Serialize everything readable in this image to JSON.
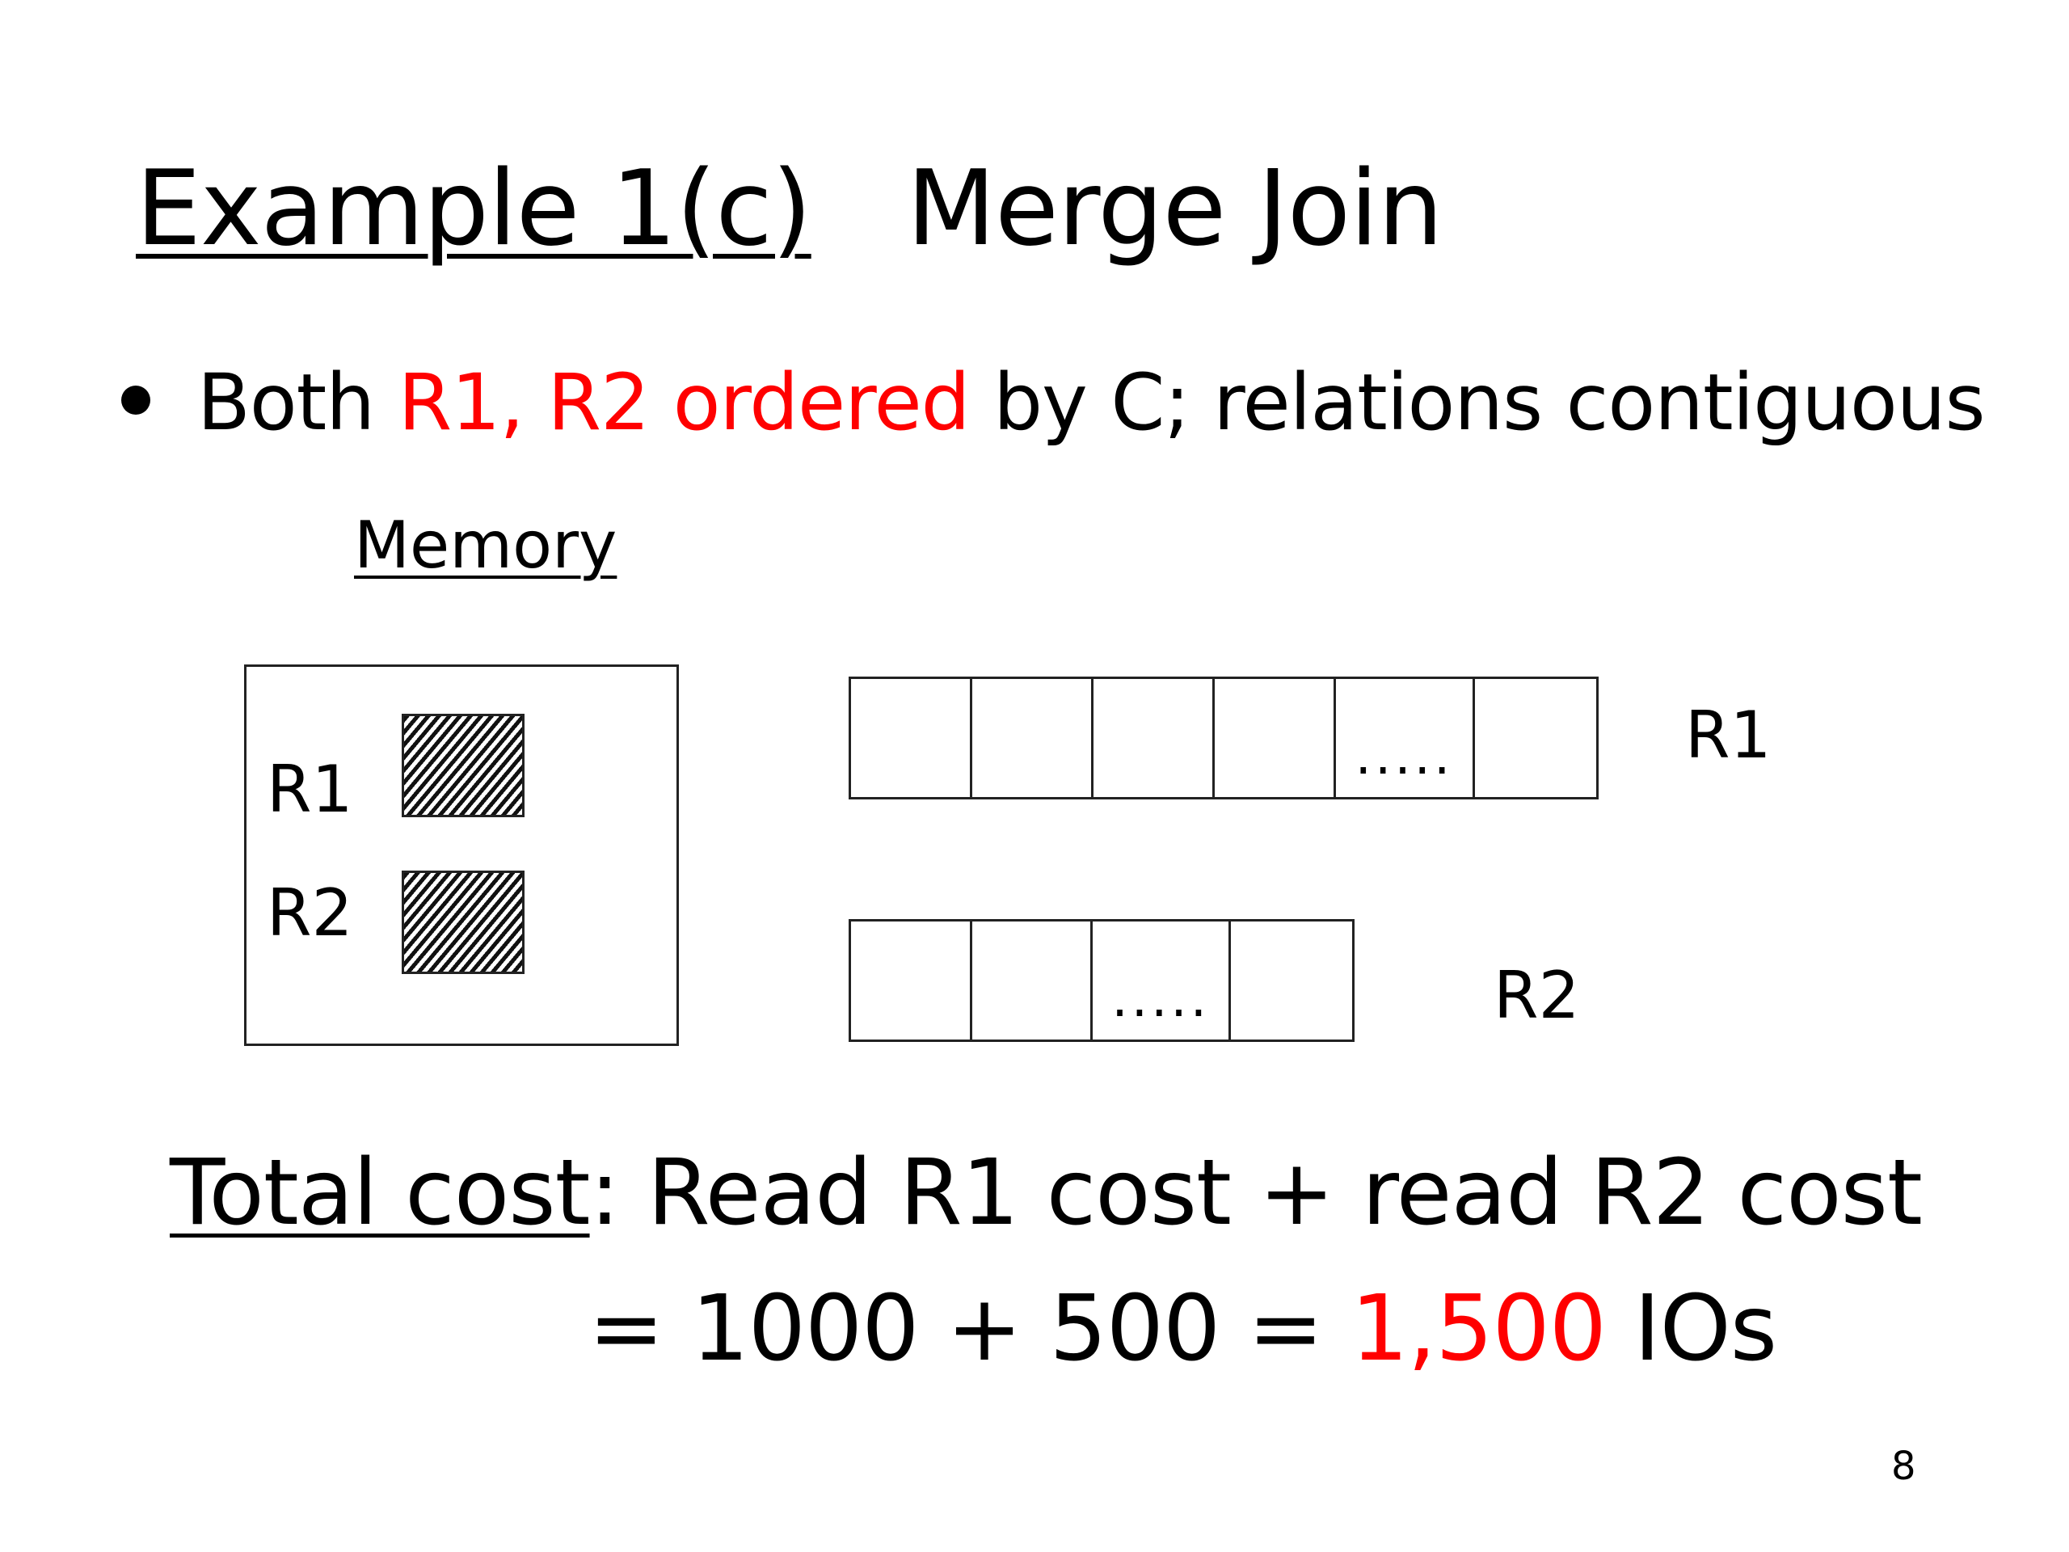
{
  "slide": {
    "title": {
      "part1": "Example 1(c)",
      "part2": "Merge Join"
    },
    "bullet": {
      "pre": "Both ",
      "highlight": "R1, R2 ordered",
      "post": " by C; relations contiguous"
    },
    "memory_label": "Memory",
    "memory_rows": [
      {
        "label": "R1"
      },
      {
        "label": "R2"
      }
    ],
    "relations": [
      {
        "label": "R1",
        "dots": "....."
      },
      {
        "label": "R2",
        "dots": "....."
      }
    ],
    "cost": {
      "label": "Total cost",
      "line1_rest": ": Read R1 cost + read R2 cost",
      "line2_pre": "= 1000 + 500 = ",
      "line2_highlight": "1,500",
      "line2_post": " IOs"
    },
    "page_number": "8",
    "colors": {
      "accent": "#ff0000",
      "text": "#000000",
      "background": "#ffffff"
    }
  }
}
